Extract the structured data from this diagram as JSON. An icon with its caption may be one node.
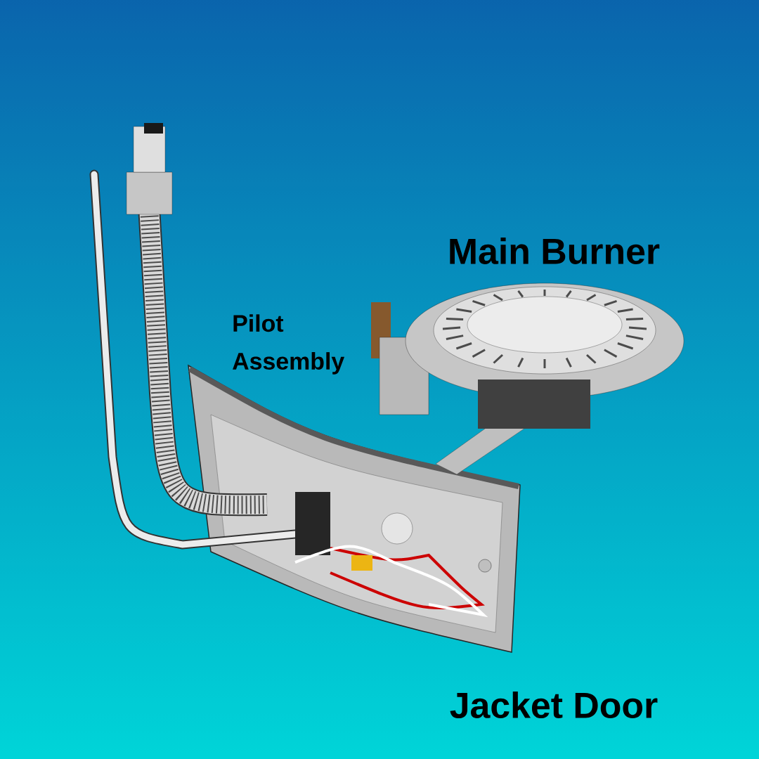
{
  "diagram": {
    "labels": [
      "Main Burner",
      "Pilot Assembly",
      "Jacket Door"
    ]
  }
}
